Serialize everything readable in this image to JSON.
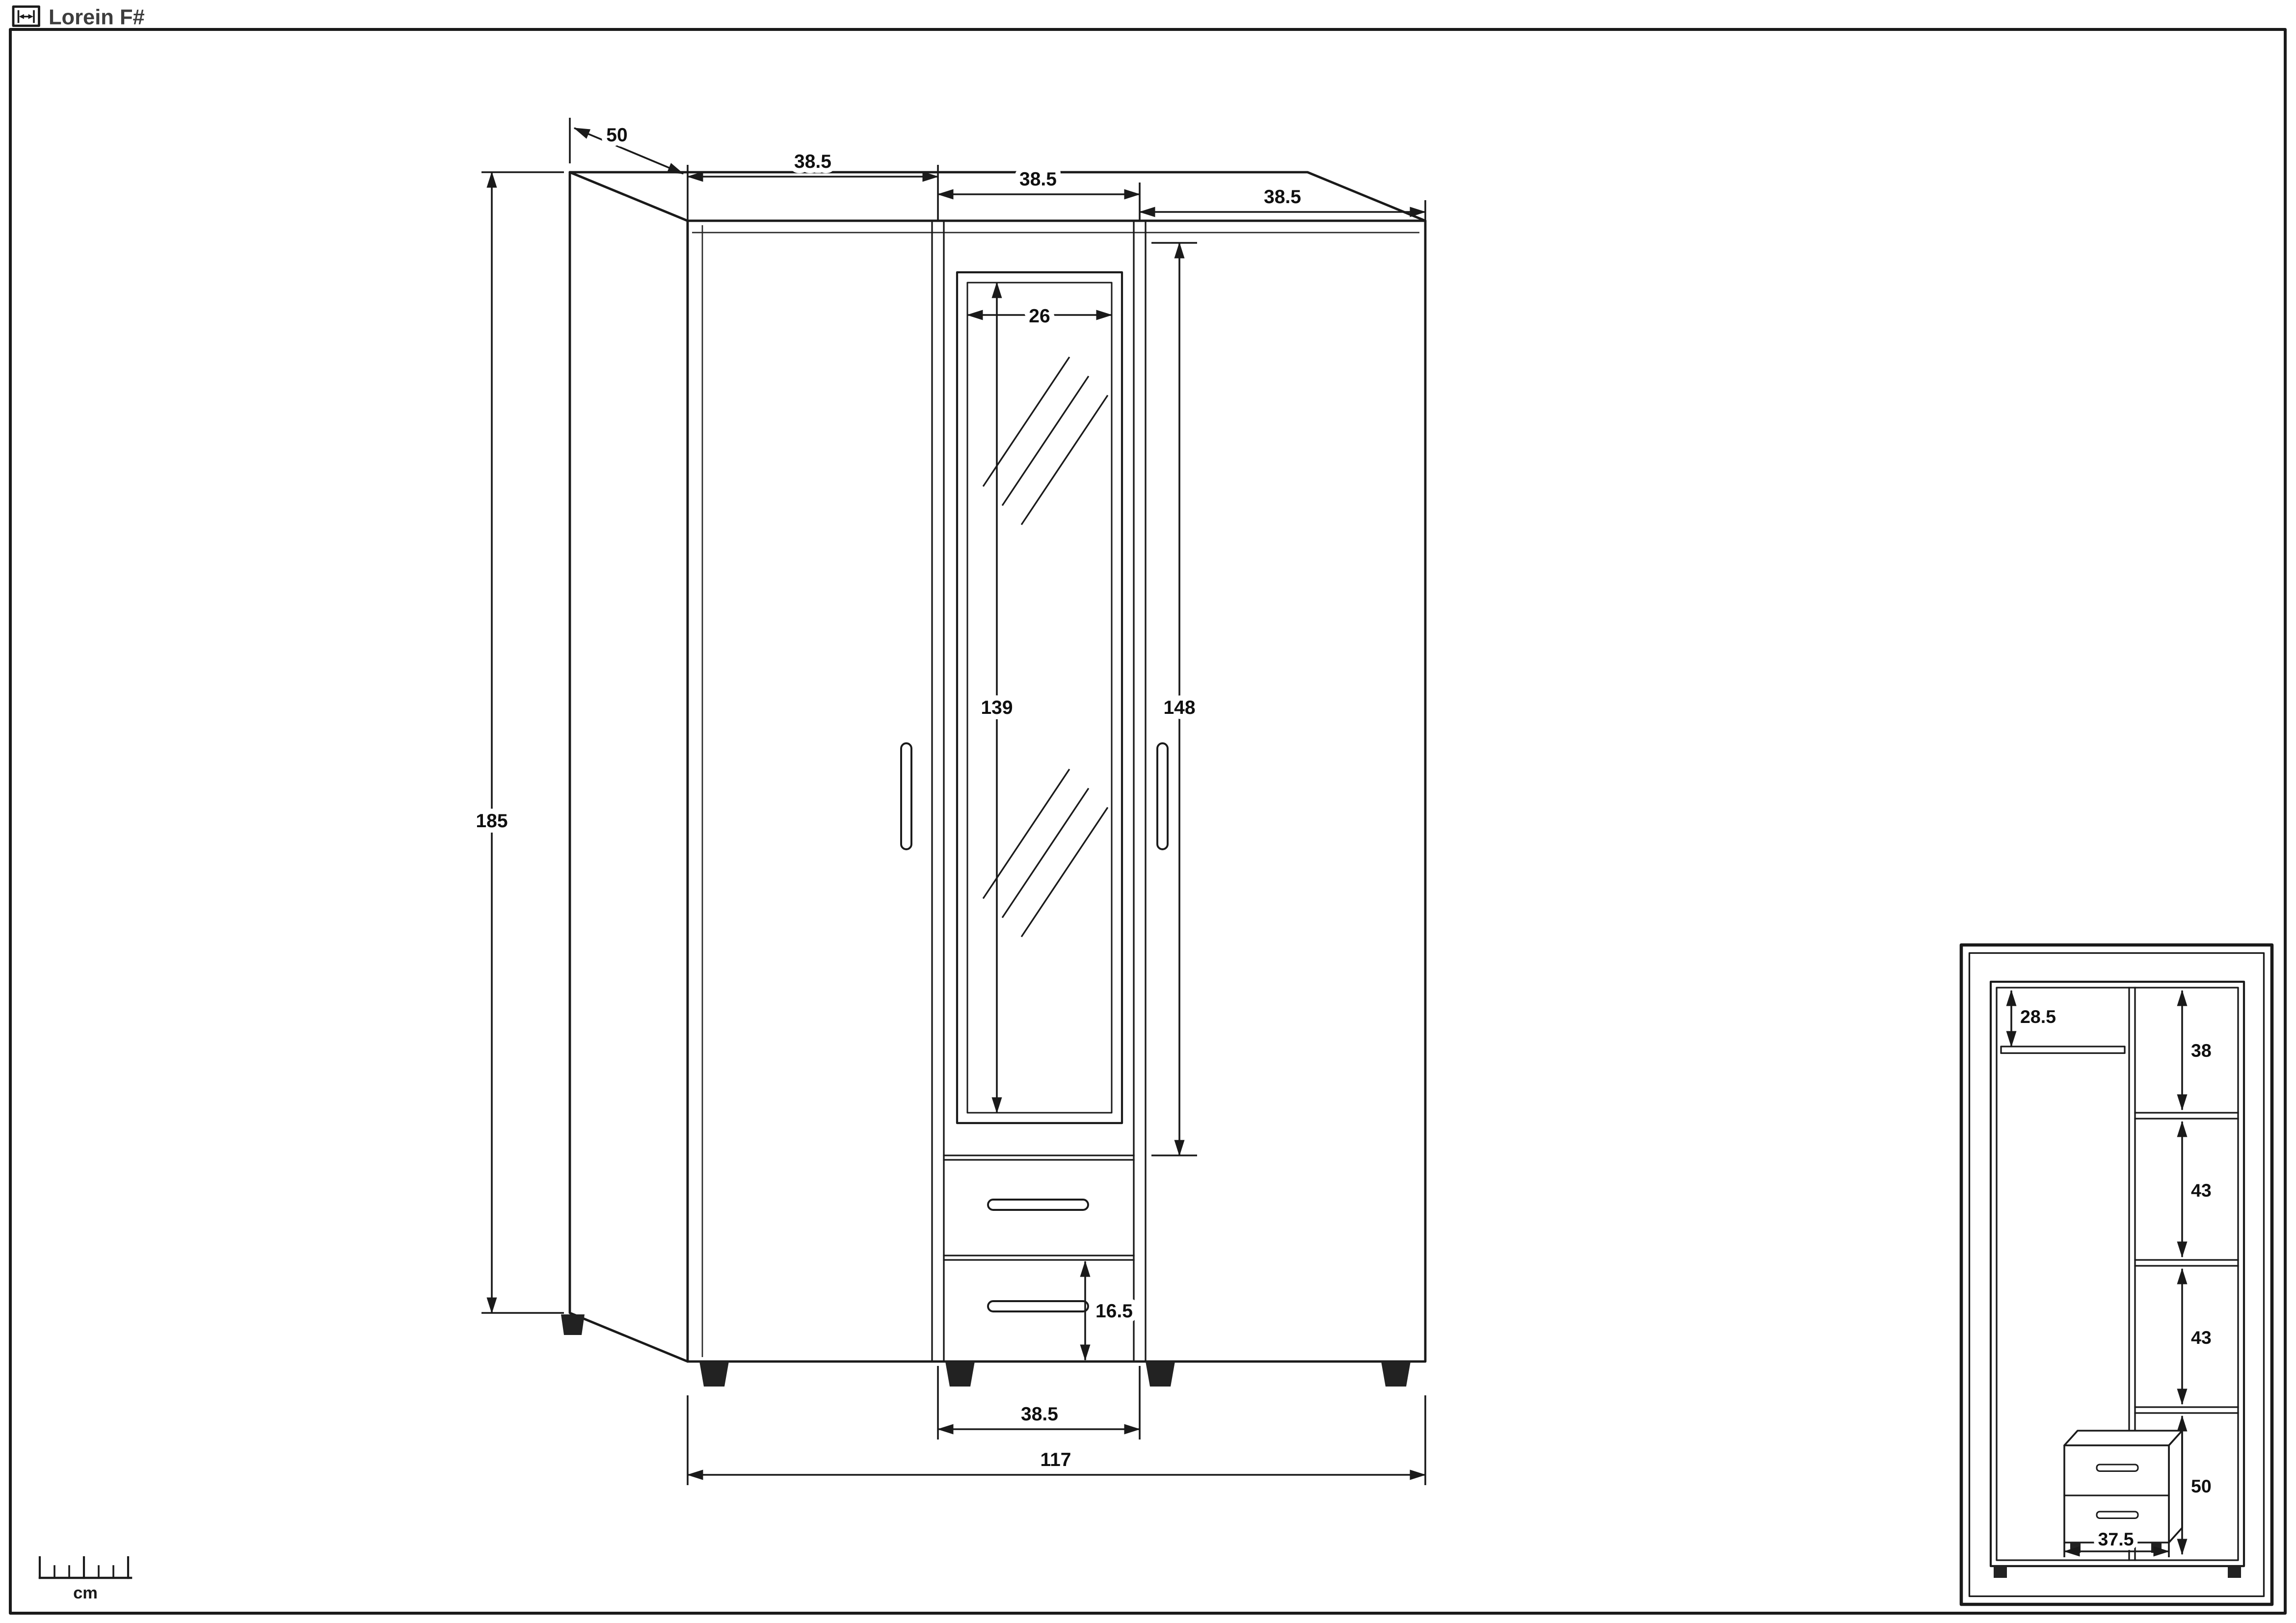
{
  "header": {
    "title": "Lorein F#"
  },
  "footer": {
    "unit": "cm"
  },
  "colors": {
    "line": "#1a1a1a",
    "text": "#101010",
    "title_text": "#3d3d3d",
    "background": "#ffffff"
  },
  "icons": {
    "header": "horizontal-dimension-icon",
    "footer": "ruler-icon"
  },
  "main_view": {
    "description": "three-door wardrobe with mirror and two drawers, perspective view",
    "dims": {
      "depth": "50",
      "door_widths": [
        "38.5",
        "38.5",
        "38.5"
      ],
      "height": "185",
      "mirror_width": "26",
      "mirror_height": "139",
      "right_door_height": "148",
      "drawer_front_height": "16.5",
      "center_section_width": "38.5",
      "total_width": "117"
    }
  },
  "inset_view": {
    "description": "interior layout front view",
    "dims": {
      "rail_drop": "28.5",
      "right_sections": [
        "38",
        "43",
        "43",
        "50"
      ],
      "drawer_unit_width": "37.5"
    }
  }
}
